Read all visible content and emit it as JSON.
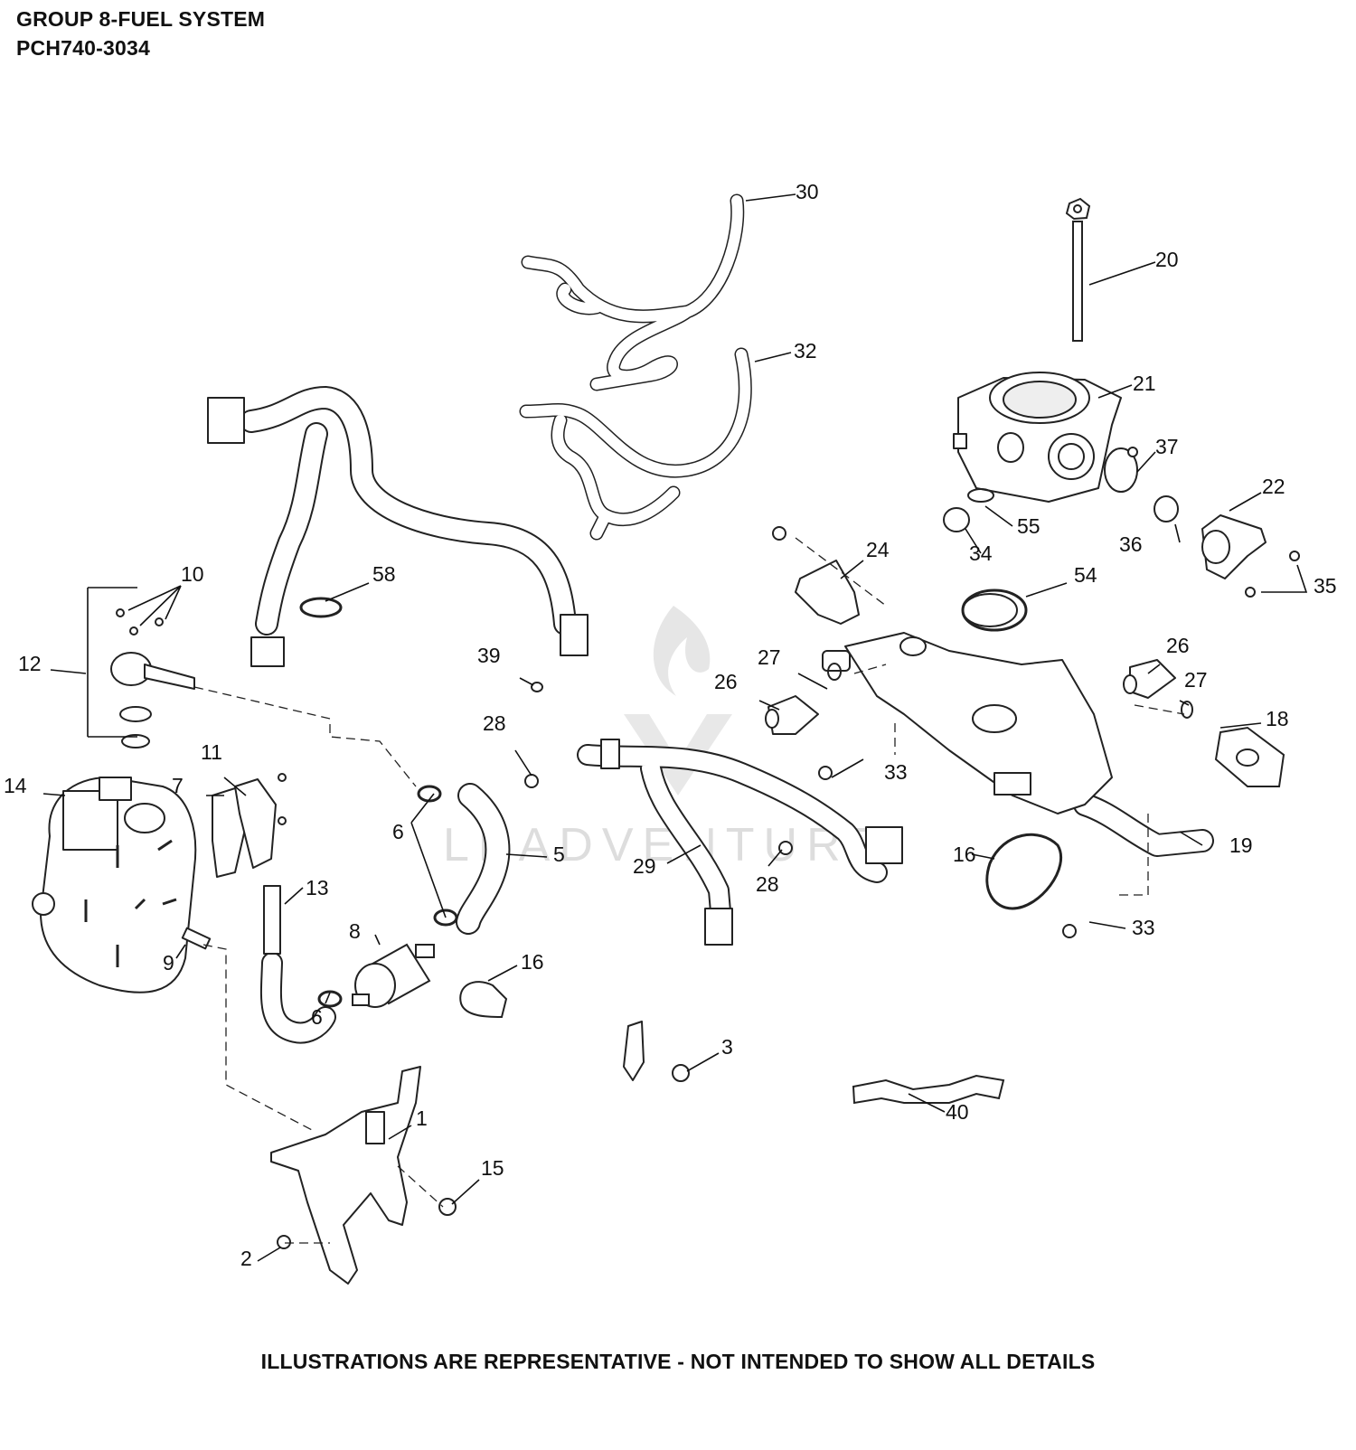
{
  "header": {
    "group": "GROUP 8-FUEL SYSTEM",
    "model": "PCH740-3034"
  },
  "watermark": "LEADVENTURE",
  "footer_note": "ILLUSTRATIONS ARE REPRESENTATIVE - NOT INTENDED TO SHOW ALL DETAILS",
  "callouts": [
    "30",
    "20",
    "32",
    "21",
    "37",
    "22",
    "55",
    "36",
    "24",
    "34",
    "35",
    "10",
    "58",
    "54",
    "12",
    "39",
    "27",
    "26",
    "26",
    "27",
    "28",
    "18",
    "11",
    "7",
    "14",
    "33",
    "6",
    "5",
    "19",
    "16",
    "29",
    "28",
    "13",
    "33",
    "8",
    "9",
    "16",
    "6",
    "3",
    "1",
    "40",
    "15",
    "2"
  ],
  "icons": [
    "leadventure-logo-icon"
  ]
}
